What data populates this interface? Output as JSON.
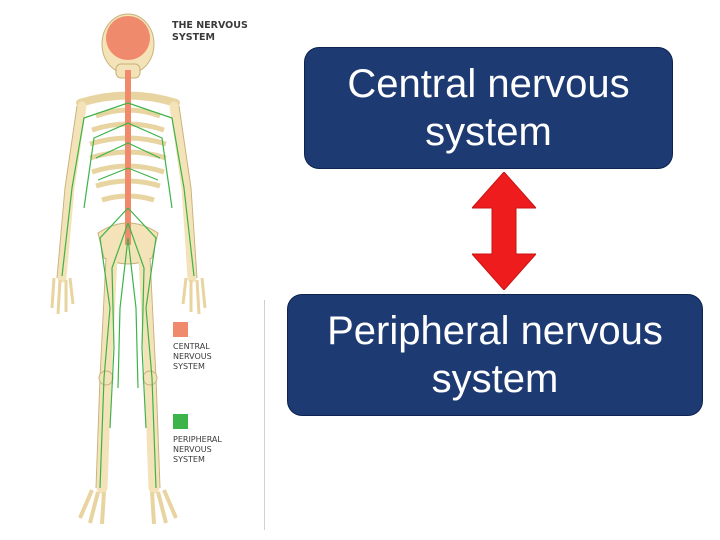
{
  "figure": {
    "title": "THE NERVOUS SYSTEM",
    "legend": [
      {
        "label": "CENTRAL NERVOUS SYSTEM",
        "color": "#f08a6c"
      },
      {
        "label": "PERIPHERAL NERVOUS SYSTEM",
        "color": "#3cb44a"
      }
    ]
  },
  "boxes": {
    "central": "Central nervous system",
    "peripheral": "Peripheral nervous system"
  },
  "colors": {
    "box_fill": "#1d3a72",
    "arrow": "#ee1c1c",
    "bone": "#f4e3b8",
    "cns": "#f08a6c",
    "pns": "#3cb44a"
  }
}
